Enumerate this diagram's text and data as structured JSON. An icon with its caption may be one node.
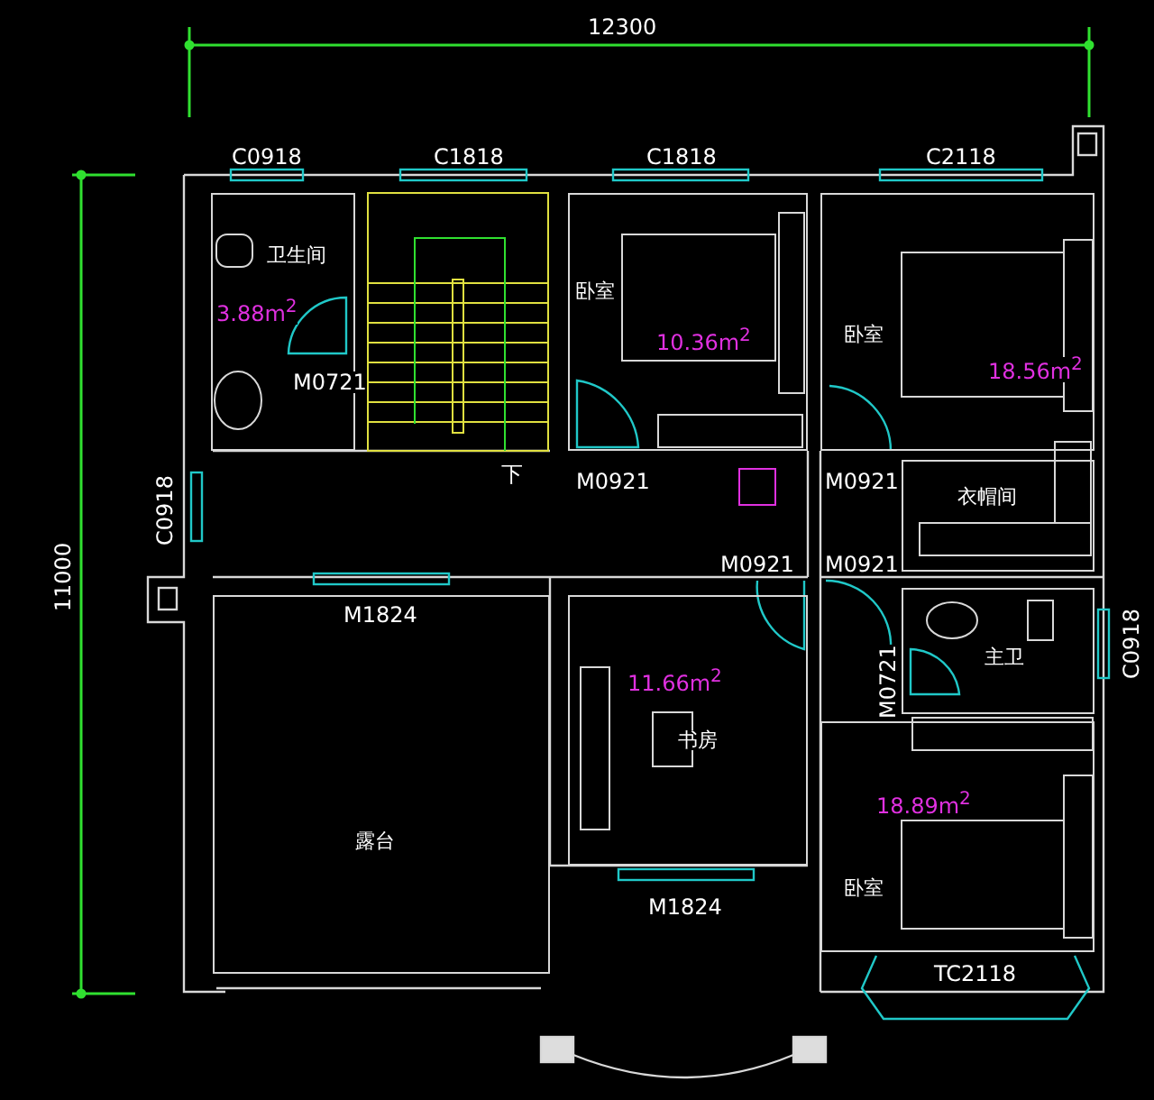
{
  "diagram": {
    "nodes": [
      {
        "text": [
          "卫生间",
          "3.88m$^{2}$"
        ]
      },
      {
        "text": [
          "卧室",
          "10.36m$^{2}$"
        ]
      },
      {
        "text": [
          "卧室",
          "18.56m$^{2}$"
        ]
      },
      {
        "text": [
          "衣帽间"
        ]
      },
      {
        "text": [
          "主卫"
        ]
      },
      {
        "text": [
          "11.66m$^{2}$",
          "书房"
        ]
      },
      {
        "text": [
          "露台"
        ]
      },
      {
        "text": [
          "18.89m$^{2}$",
          "卧室"
        ]
      }
    ],
    "labels": [
      "12300",
      "C0918",
      "C1818",
      "C1818",
      "C2118",
      "M0721",
      "下",
      "M0921",
      "M0921",
      "11000",
      "C0918",
      "M0921",
      "M0921",
      "M1824",
      "M0721",
      "C0918",
      "M1824",
      "TC2118"
    ]
  }
}
